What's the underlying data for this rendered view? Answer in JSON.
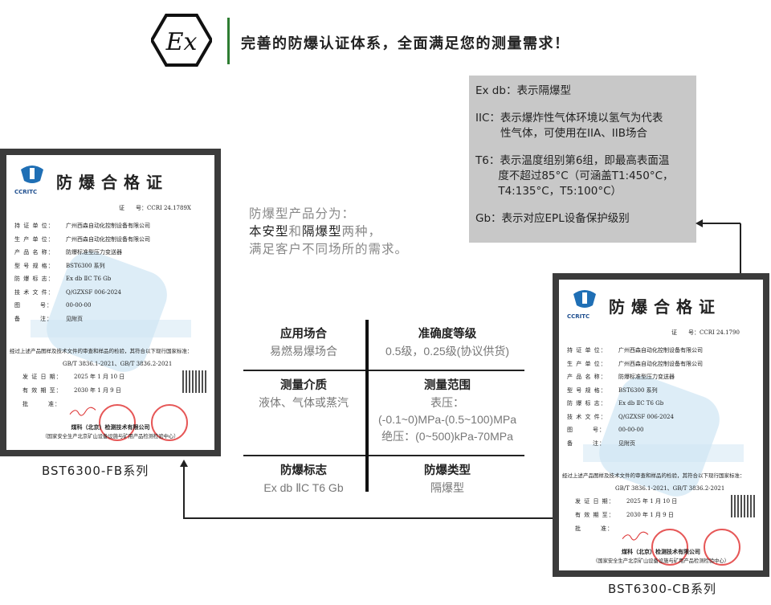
{
  "header": {
    "logo": "Ex",
    "slogan": "完善的防爆认证体系，全面满足您的测量需求！",
    "accent": "#2e7d32"
  },
  "info_box": {
    "lines": [
      {
        "key": "Ex db：",
        "text": "表示隔爆型"
      },
      {
        "key": "IIC：",
        "text": "表示爆炸性气体环境以氢气为代表",
        "cont": "性气体，可使用在IIA、IIB场合"
      },
      {
        "key": "T6：",
        "text": "表示温度组别第6组，即最高表面温",
        "cont": "度不超过85°C（可涵盖T1:450°C，",
        "cont2": "T4:135°C，T5:100°C）"
      },
      {
        "key": "Gb：",
        "text": "表示对应EPL设备保护级别"
      }
    ]
  },
  "intro": {
    "line1": "防爆型产品分为：",
    "type1": "本安型",
    "and": "和",
    "type2": "隔爆型",
    "tail": "两种，",
    "line3": "满足客户不同场所的需求。"
  },
  "table": [
    {
      "title": "应用场合",
      "lines": [
        "易燃易爆场合"
      ]
    },
    {
      "title": "准确度等级",
      "lines": [
        "0.5级，0.25级(协议供货)"
      ]
    },
    {
      "title": "测量介质",
      "lines": [
        "液体、气体或蒸汽"
      ]
    },
    {
      "title": "测量范围",
      "lines": [
        "表压：",
        "(-0.1~0)MPa-(0.5~100)MPa",
        "绝压：(0~500)kPa-70MPa"
      ]
    },
    {
      "title": "防爆标志",
      "lines": [
        "Ex db ⅡC T6 Gb"
      ]
    },
    {
      "title": "防爆类型",
      "lines": [
        "隔爆型"
      ]
    }
  ],
  "certs": [
    {
      "caption": "BST6300-FB系列",
      "brand": "CCRITC",
      "title": "防爆合格证",
      "cert_no_label": "证　　号：",
      "cert_no": "CCRI 24.1789X",
      "fields": [
        [
          "持 证 单 位：",
          "广州西森自动化控制设备有限公司"
        ],
        [
          "生 产 单 位：",
          "广州西森自动化控制设备有限公司"
        ],
        [
          "产 品 名 称：",
          "防爆标准型压力变送器"
        ],
        [
          "型 号 规 格：",
          "BST6300 系列"
        ],
        [
          "防 爆 标 志：",
          "Ex db ⅡC T6 Gb"
        ],
        [
          "技 术 文 件：",
          "Q/GZXSF 006-2024"
        ],
        [
          "图　　　号：",
          "00-00-00"
        ],
        [
          "备　　　注：",
          "见附页"
        ]
      ],
      "statement": "经过上述产品图样及技术文件的审查和样品的检验，其符合以下现行国家标准：",
      "standards": "GB/T 3836.1-2021、GB/T 3836.2-2021",
      "dates": [
        [
          "发 证 日 期：",
          "2025 年 1 月 10 日"
        ],
        [
          "有 效 期 至：",
          "2030 年 1 月 9 日"
        ],
        [
          "批　　　准：",
          ""
        ]
      ],
      "issuer": "煤科（北京）检测技术有限公司",
      "issuer2": "（国家安全生产北京矿山设备设施与矿用产品检测检验中心）"
    },
    {
      "caption": "BST6300-CB系列",
      "brand": "CCRITC",
      "title": "防爆合格证",
      "cert_no_label": "证　　号：",
      "cert_no": "CCRI 24.1790",
      "fields": [
        [
          "持 证 单 位：",
          "广州西森自动化控制设备有限公司"
        ],
        [
          "生 产 单 位：",
          "广州西森自动化控制设备有限公司"
        ],
        [
          "产 品 名 称：",
          "防爆标准型压力变送器"
        ],
        [
          "型 号 规 格：",
          "BST6300 系列"
        ],
        [
          "防 爆 标 志：",
          "Ex db ⅡC T6 Gb"
        ],
        [
          "技 术 文 件：",
          "Q/GZXSF 006-2024"
        ],
        [
          "图　　　号：",
          "00-00-00"
        ],
        [
          "备　　　注：",
          "见附页"
        ]
      ],
      "statement": "经过上述产品图样及技术文件的审查和样品的检验，其符合以下现行国家标准：",
      "standards": "GB/T 3836.1-2021、GB/T 3836.2-2021",
      "dates": [
        [
          "发 证 日 期：",
          "2025 年 1 月 10 日"
        ],
        [
          "有 效 期 至：",
          "2030 年 1 月 9 日"
        ],
        [
          "批　　　准：",
          ""
        ]
      ],
      "issuer": "煤科（北京）检测技术有限公司",
      "issuer2": "（国家安全生产北京矿山设备设施与矿用产品检测检验中心）"
    }
  ]
}
